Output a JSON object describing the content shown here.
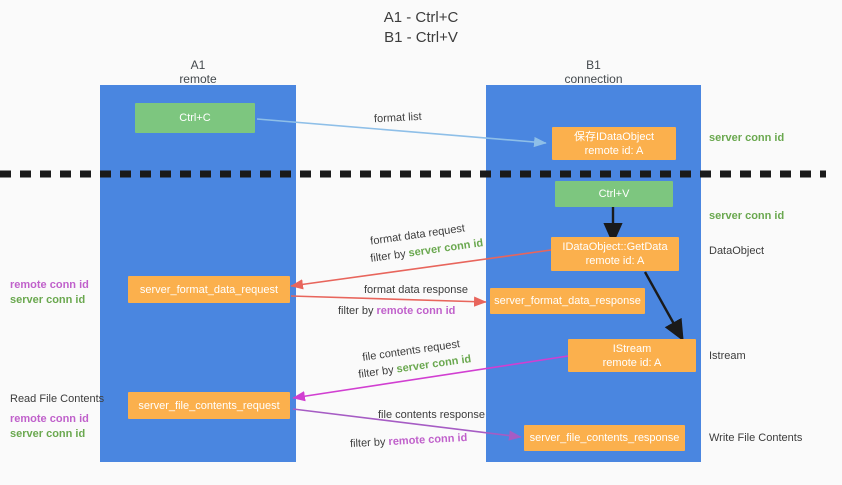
{
  "title": "A1 - Ctrl+C\nB1 - Ctrl+V",
  "columns": [
    {
      "name": "a1",
      "head": "A1\nremote"
    },
    {
      "name": "b1",
      "head": "B1\nconnection"
    }
  ],
  "nodes": {
    "ctrl_c": "Ctrl+C",
    "ctrl_v": "Ctrl+V",
    "save_idataobject": "保存IDataObject\nremote id: A",
    "getdata": "IDataObject::GetData\nremote id: A",
    "istream": "IStream\nremote id: A",
    "server_format_data_request": "server_format_data_request",
    "server_format_data_response": "server_format_data_response",
    "server_file_contents_request": "server_file_contents_request",
    "server_file_contents_response": "server_file_contents_response"
  },
  "edges": {
    "format_list": "format list",
    "format_data_request": "format data request",
    "format_data_request_filter_prefix": "filter by ",
    "format_data_request_filter_value": "server conn id",
    "format_data_response": "format data response",
    "format_data_response_filter_prefix": "filter by ",
    "format_data_response_filter_value": "remote conn id",
    "file_contents_request": "file contents request",
    "file_contents_request_filter_prefix": "filter by ",
    "file_contents_request_filter_value": "server conn id",
    "file_contents_response": "file contents response",
    "file_contents_response_filter_prefix": "filter by ",
    "file_contents_response_filter_value": "remote conn id"
  },
  "right_labels": {
    "server_conn_id_top": "server conn id",
    "server_conn_id_mid": "server conn id",
    "dataobject": "DataObject",
    "istream": "Istream",
    "write_file_contents": "Write File Contents"
  },
  "left_labels": {
    "remote_conn_id_1": "remote conn id",
    "server_conn_id_1": "server conn id",
    "read_file_contents": "Read File Contents",
    "remote_conn_id_2": "remote conn id",
    "server_conn_id_2": "server conn id"
  },
  "colors": {
    "column_blue": "#4a86e0",
    "node_green": "#7dc67f",
    "node_orange": "#fbb04d",
    "accent_green": "#6aa84f",
    "accent_purple": "#c061cb",
    "arrow_light_blue": "#a9cdf0",
    "arrow_red": "#e8655c",
    "arrow_magenta": "#d13fd1",
    "arrow_purple": "#a65cc4",
    "arrow_black": "#1a1a1a",
    "divider_black": "#1a1a1a",
    "background": "#fafafa"
  }
}
